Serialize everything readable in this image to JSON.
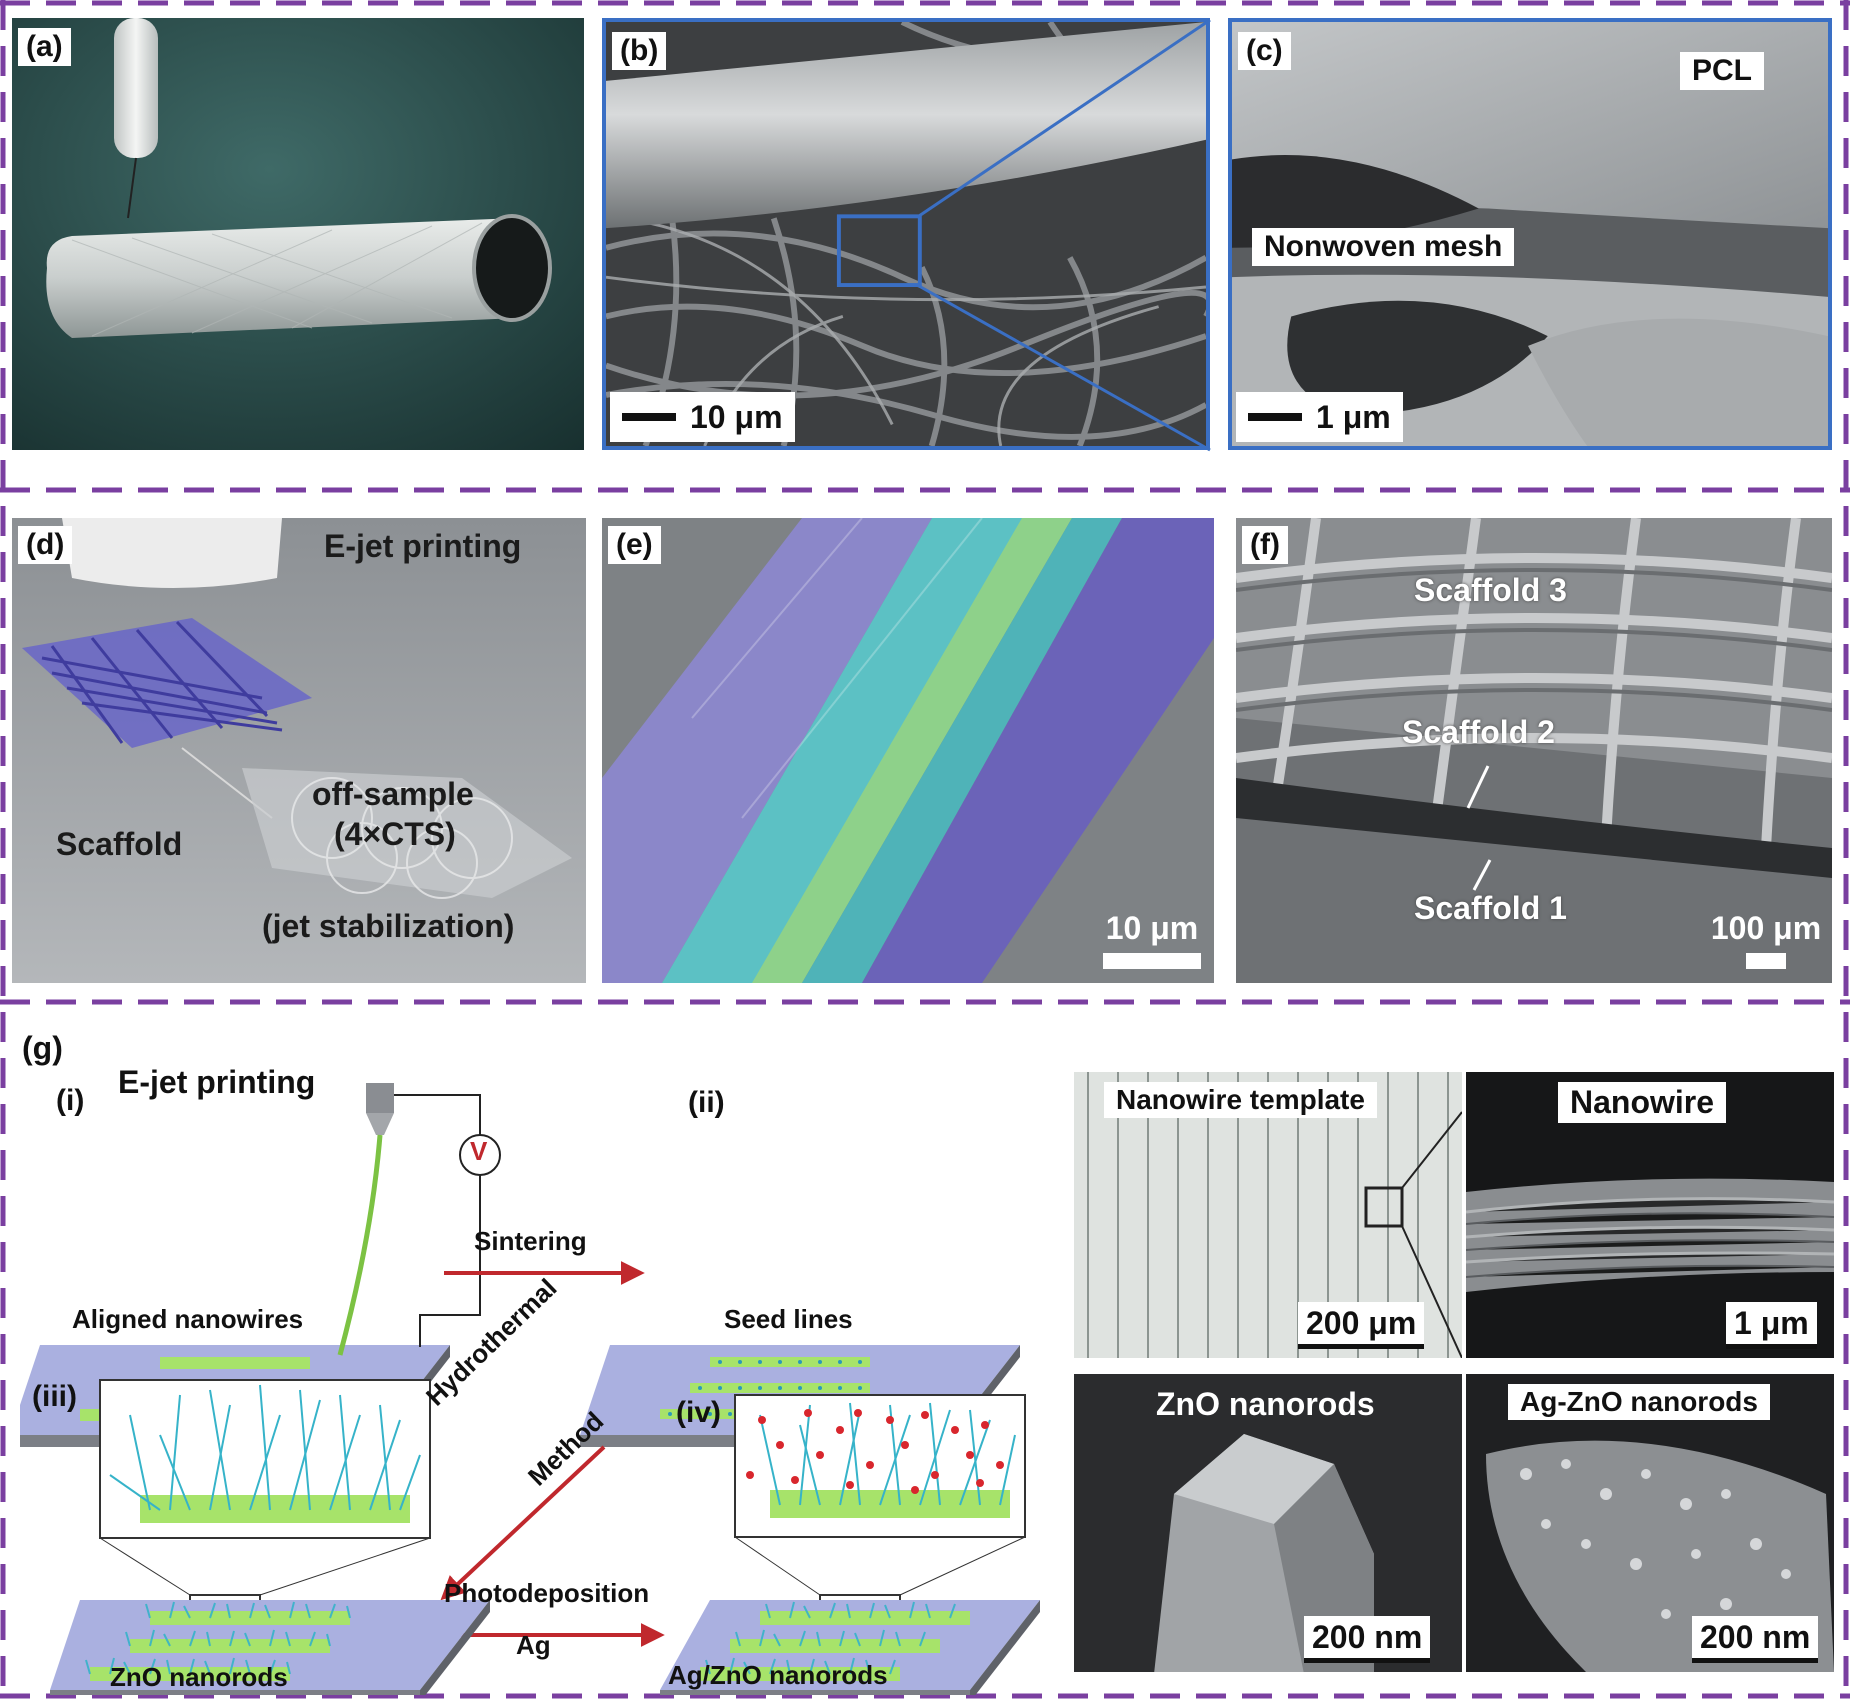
{
  "panels": {
    "a": {
      "label": "(a)"
    },
    "b": {
      "label": "(b)",
      "scale": "10 μm"
    },
    "c": {
      "label": "(c)",
      "pcl": "PCL",
      "mesh": "Nonwoven mesh",
      "scale": "1 μm"
    },
    "d": {
      "label": "(d)",
      "title": "E-jet printing",
      "scaffold": "Scaffold",
      "off_sample_1": "off-sample",
      "off_sample_2": "(4×CTS)",
      "jet": "(jet stabilization)"
    },
    "e": {
      "label": "(e)",
      "scale": "10 μm"
    },
    "f": {
      "label": "(f)",
      "s3": "Scaffold 3",
      "s2": "Scaffold 2",
      "s1": "Scaffold 1",
      "scale": "100 μm"
    },
    "g": {
      "label": "(g)",
      "i": "(i)",
      "ii": "(ii)",
      "iii": "(iii)",
      "iv": "(iv)",
      "ejet": "E-jet printing",
      "voltage": "V",
      "aligned": "Aligned nanowires",
      "seed": "Seed lines",
      "zno": "ZnO nanorods",
      "agzno": "Ag/ZnO nanorods",
      "sintering": "Sintering",
      "hydro_1": "Hydrothermal",
      "hydro_2": "Method",
      "photo": "Photodeposition",
      "ag": "Ag",
      "template": "Nanowire template",
      "template_scale": "200 μm",
      "nanowire": "Nanowire",
      "nanowire_scale": "1 μm",
      "zno_sem": "ZnO nanorods",
      "zno_scale": "200 nm",
      "agzno_sem": "Ag-ZnO nanorods",
      "agzno_scale": "200 nm"
    }
  },
  "colors": {
    "divider": "#7a3fa0",
    "inset": "#3a6fc4",
    "arrow": "#c0282d"
  }
}
